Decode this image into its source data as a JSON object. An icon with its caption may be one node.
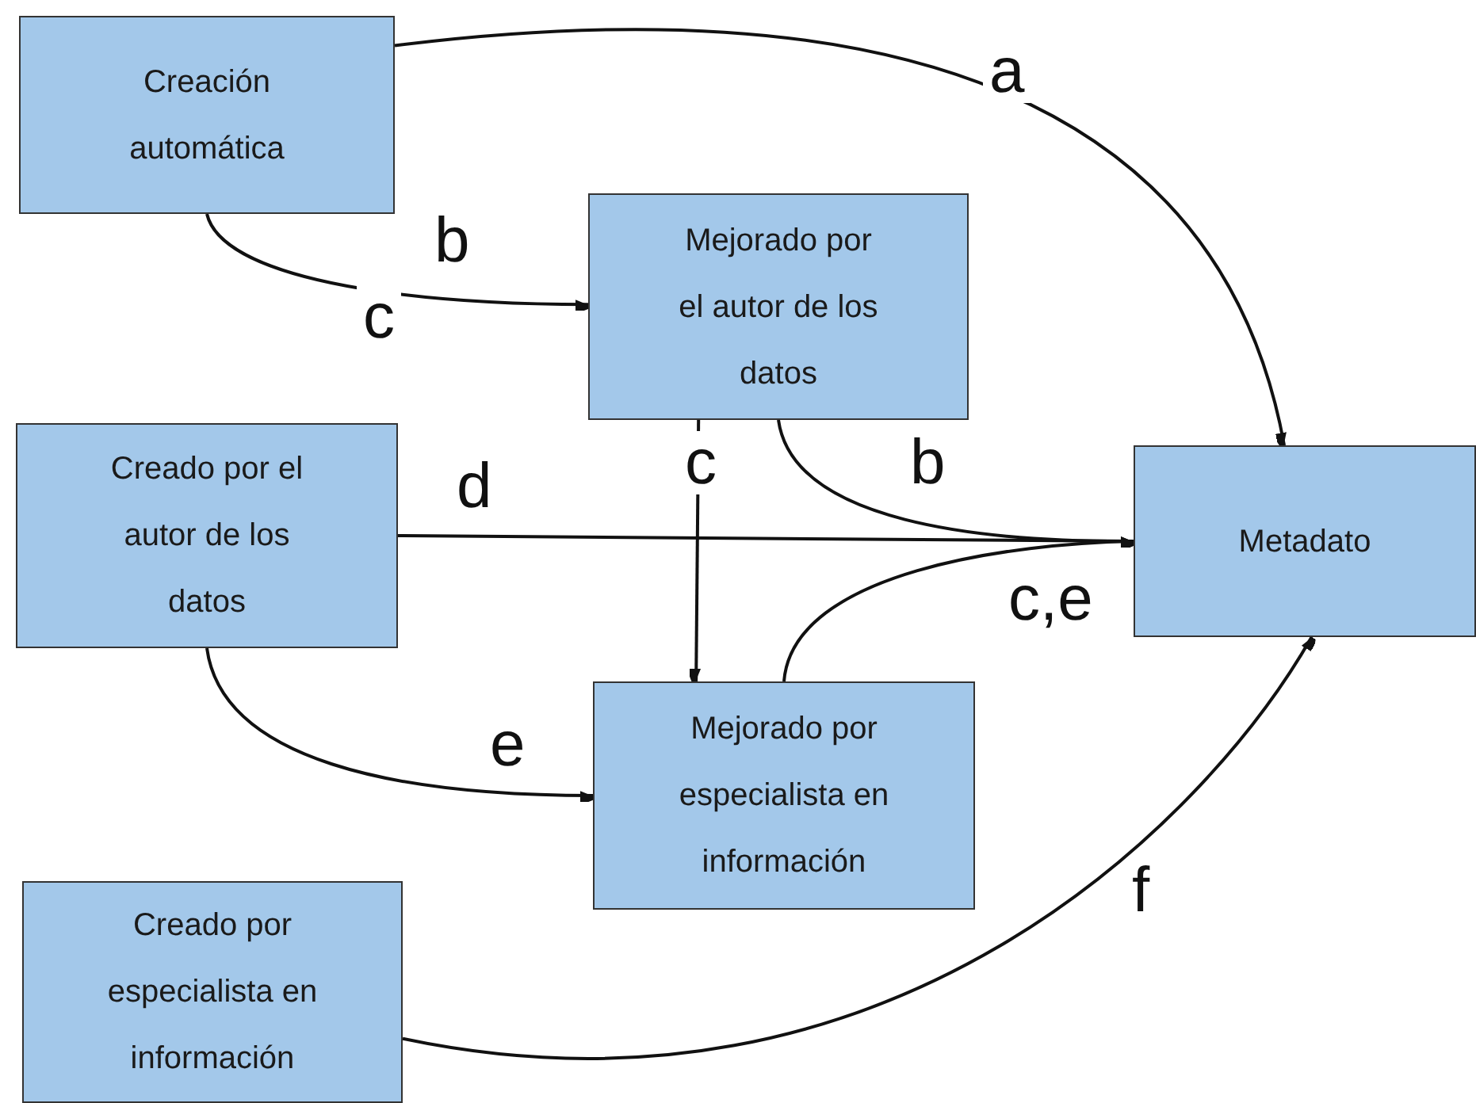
{
  "diagram": {
    "nodes": [
      {
        "text": [
          "Creación automática"
        ]
      },
      {
        "text": [
          "Mejorado por el autor de los datos"
        ]
      },
      {
        "text": [
          "Creado por el autor de los datos"
        ]
      },
      {
        "text": [
          "Metadato"
        ]
      },
      {
        "text": [
          "Mejorado por especialista en información"
        ]
      },
      {
        "text": [
          "Creado por especialista en información"
        ]
      }
    ],
    "edges": [
      {
        "from": 0,
        "to": 3,
        "arrow": "to",
        "label": "a"
      },
      {
        "from": 0,
        "to": 1,
        "arrow": "to",
        "label": "b"
      },
      {
        "from": 1,
        "to": 3,
        "arrow": "to",
        "label": "b"
      },
      {
        "from": 1,
        "to": 4,
        "arrow": "to",
        "label": "c"
      },
      {
        "from": 2,
        "to": 3,
        "arrow": "to",
        "label": "d"
      },
      {
        "from": 2,
        "to": 4,
        "arrow": "to",
        "label": "e"
      },
      {
        "from": 4,
        "to": 3,
        "arrow": "to",
        "label": "c,e"
      },
      {
        "from": 5,
        "to": 3,
        "arrow": "to",
        "label": "f"
      }
    ],
    "labels": [
      "c"
    ]
  }
}
